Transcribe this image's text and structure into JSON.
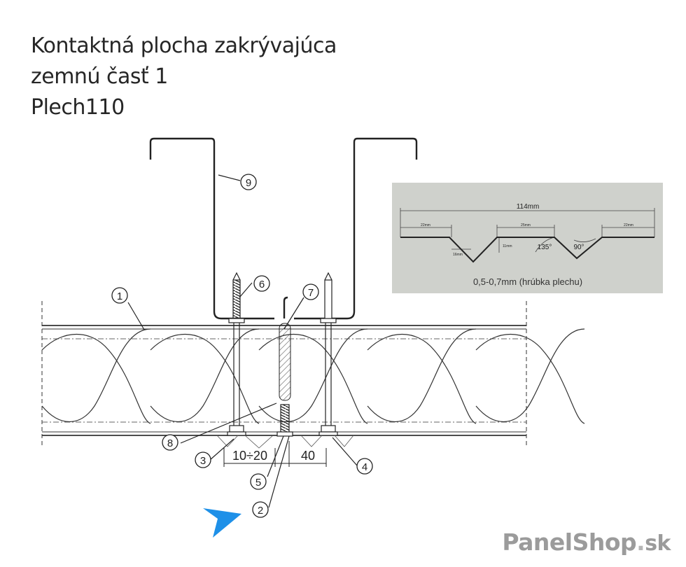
{
  "title": {
    "line1": "Kontaktná plocha zakrývajúca",
    "line2": "zemnú časť 1",
    "line3": "Plech110"
  },
  "callouts": [
    "1",
    "2",
    "3",
    "4",
    "5",
    "6",
    "7",
    "8",
    "9"
  ],
  "dimensions": {
    "gap": "10÷20",
    "width": "40"
  },
  "profile": {
    "total": "114mm",
    "left_flat": "22mm",
    "middle_flat": "25mm",
    "right_flat": "22mm",
    "depth": "11mm",
    "slope": "16mm",
    "angle1": "135°",
    "angle2": "90°",
    "caption": "0,5-0,7mm (hrúbka plechu)"
  },
  "brand": {
    "name": "PanelShop",
    "tld": "sk"
  },
  "colors": {
    "line": "#333333",
    "arrow": "#1e90e8",
    "profile_bg": "#cfd1cc",
    "brand": "#9b9b9b"
  }
}
